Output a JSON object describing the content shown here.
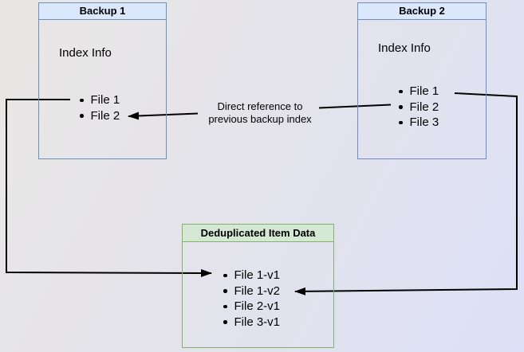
{
  "diagram": {
    "backup1": {
      "title": "Backup 1",
      "heading": "Index Info",
      "files": [
        "File 1",
        "File 2"
      ]
    },
    "backup2": {
      "title": "Backup 2",
      "heading": "Index Info",
      "files": [
        "File 1",
        "File 2",
        "File 3"
      ]
    },
    "dedup": {
      "title": "Deduplicated Item Data",
      "files": [
        "File 1-v1",
        "File 1-v2",
        "File 2-v1",
        "File 3-v1"
      ]
    },
    "annotation": {
      "line1": "Direct reference to",
      "line2": "previous backup index"
    },
    "colors": {
      "backup_fill": "#dbe8fc",
      "backup_border": "#6c8ebf",
      "dedup_fill": "#d5e8d4",
      "dedup_border": "#82b366",
      "connector": "#000000"
    }
  }
}
